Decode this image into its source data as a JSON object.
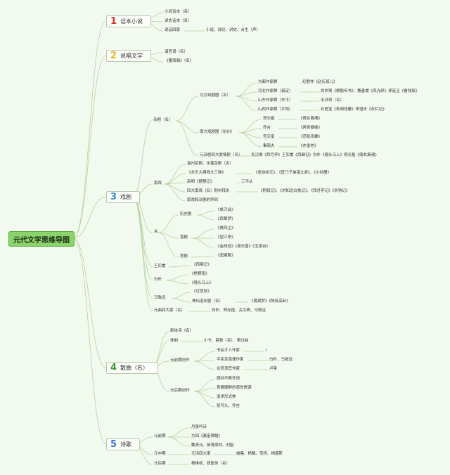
{
  "root": "元代文学思维导图",
  "categories": [
    {
      "num": "1",
      "label": "话本小说",
      "color": "#e0302a"
    },
    {
      "num": "2",
      "label": "说唱文学",
      "color": "#e8b51f"
    },
    {
      "num": "3",
      "label": "戏剧",
      "color": "#3a93d8"
    },
    {
      "num": "4",
      "label": "散曲（名）",
      "color": "#3a9a3a"
    },
    {
      "num": "5",
      "label": "诗歌",
      "color": "#3a6fd8"
    }
  ],
  "nodes": {
    "c1_1": "小说话本（名）",
    "c1_2": "讲史话本（名）",
    "c1_3": "说话四家",
    "c1_3a": "小说、说经、讲史、合生（声）",
    "c2_1": "诸宫调（名）",
    "c2_2": "《董西厢》（名）",
    "zaju": "杂剧（名）",
    "north": "北方戏剧圈（名）",
    "dadu": "大都作家群",
    "dadu_v": "纪君祥《赵氏孤儿》",
    "hebei": "河北作家群（真定）",
    "hebei_v": "尚仲贤《柳毅传书》、戴善甫《风光好》郑廷玉《看钱奴》",
    "shandong": "山东作家群（东平）",
    "shandong_v": "水浒戏（名）",
    "shanxi": "山西作家群（平阳）",
    "shanxi_v": "石君宝《秋胡戏妻》李潜夫《灰栏记》",
    "south": "南方戏剧圈（杭州）",
    "zheng": "郑光祖",
    "zheng_v": "《倩女离魂》",
    "qiao": "乔吉",
    "qiao_v": "《两世姻缘》",
    "gong": "宫天挺",
    "gong_v": "《范张鸡黍》",
    "qin": "秦简夫",
    "qin_v": "《东堂老》",
    "four": "元杂剧四大爱情剧（名）",
    "four_v": "关汉卿《拜月亭》王实甫《西厢记》白朴《墙头马上》郑光祖《倩女离魂》",
    "nanxi": "南戏",
    "wen": "温州杂剧、永嘉杂剧（名）",
    "yongle": "《永乐大典戏文三种》",
    "yongle_v": "《张协状元》、《宦门子弟错立身》、《小孙屠》",
    "gaoming": "高明《琵琶记》",
    "gaoming_v": "三不从",
    "sida": "四大南戏（名）荆刘拜杀",
    "sida_v": "《荆钗记》、《刘知远白兔记》、《拜月亭记》《杀狗记》",
    "nanxi_z": "南戏和杂剧的异同",
    "guan": "关",
    "lishi": "历史剧",
    "lishi_1": "《单刀会》",
    "lishi_2": "《西蜀梦》",
    "xiju": "喜剧",
    "xiju_1": "《救风尘》",
    "xiju_2": "《望江亭》",
    "xiju_3": "《金线池》《谢天香》《玉镜台》",
    "beiju": "悲剧",
    "beiju_1": "《窦娥冤》",
    "wangsf": "王实甫",
    "wangsf_1": "《西厢记》",
    "baipu": "白朴",
    "baipu_1": "《梧桐雨》",
    "baipu_2": "《墙头马上》",
    "ma": "马致远",
    "ma_1": "《汉宫秋》",
    "ma_2": "神仙道化剧（名）",
    "ma_2v": "《黄粱梦》《陈抟高卧》",
    "yuanqu": "元曲四大家（名）",
    "yuanqu_v": "白朴、郑光祖、关汉卿、马致远",
    "s_new": "新体诗（名）",
    "s_ti": "体制",
    "s_ti_v": "小令、套数（名）、带过曲",
    "s_early": "元前期创作",
    "s_e1": "书会才人作家",
    "s_e1v": "I",
    "s_e2": "平民及南使作家",
    "s_e2v": "白朴、马致远",
    "s_e3": "达官显宦作家",
    "s_e3v": "卢挚",
    "s_late": "元后期创作",
    "s_l1": "题材不断开阔",
    "s_l2": "表摒题群的感伤情调",
    "s_l3": "追求形式美",
    "s_l4": "张可久、乔吉",
    "p_early": "元前期",
    "p_e1": "月泉吟诗",
    "p_e2": "方回《瀛奎律髓》",
    "p_e3": "戴表元、郝清梁材、刘因",
    "p_mid": "元中期",
    "p_mid_v": "元诗四大家",
    "p_mid_vv": "虞集、杨载、范梈、揭傒斯",
    "p_late": "元后期",
    "p_late_v": "杨维桢、铁崖体（名）"
  }
}
